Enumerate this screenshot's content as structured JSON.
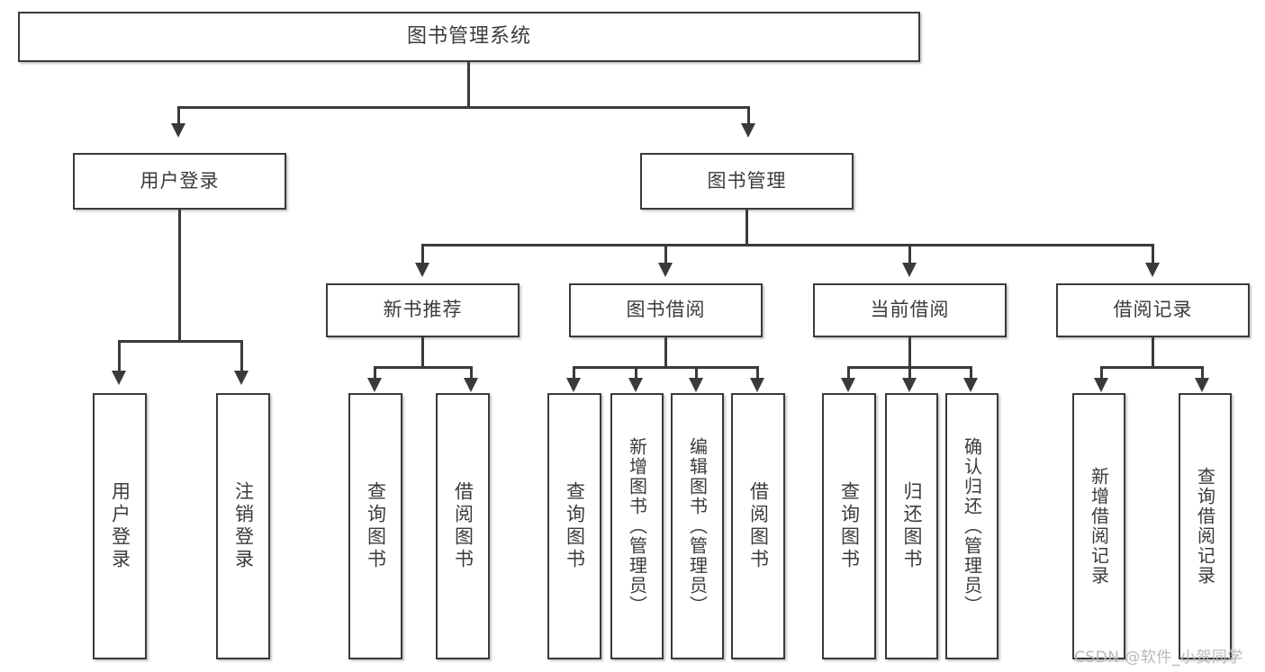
{
  "diagram": {
    "type": "tree-hierarchy",
    "title": "图书管理系统",
    "root": {
      "label": "图书管理系统"
    },
    "level2": [
      {
        "label": "用户登录"
      },
      {
        "label": "图书管理"
      }
    ],
    "level3": [
      {
        "label": "新书推荐"
      },
      {
        "label": "图书借阅"
      },
      {
        "label": "当前借阅"
      },
      {
        "label": "借阅记录"
      }
    ],
    "leaves": {
      "user_login": [
        {
          "label": "用户登录"
        },
        {
          "label": "注销登录"
        }
      ],
      "new_book_recommend": [
        {
          "label": "查询图书"
        },
        {
          "label": "借阅图书"
        }
      ],
      "book_borrow": [
        {
          "label": "查询图书"
        },
        {
          "label": "新增图书（管理员）"
        },
        {
          "label": "编辑图书（管理员）"
        },
        {
          "label": "借阅图书"
        }
      ],
      "current_borrow": [
        {
          "label": "查询图书"
        },
        {
          "label": "归还图书"
        },
        {
          "label": "确认归还（管理员）"
        }
      ],
      "borrow_record": [
        {
          "label": "新增借阅记录"
        },
        {
          "label": "查询借阅记录"
        }
      ]
    }
  },
  "watermark": {
    "text": "CSDN @软件_小贺同学"
  },
  "colors": {
    "box_border": "#3a3a3a",
    "text": "#3b3b3b",
    "background": "#ffffff",
    "watermark": "#b9b9b9"
  }
}
